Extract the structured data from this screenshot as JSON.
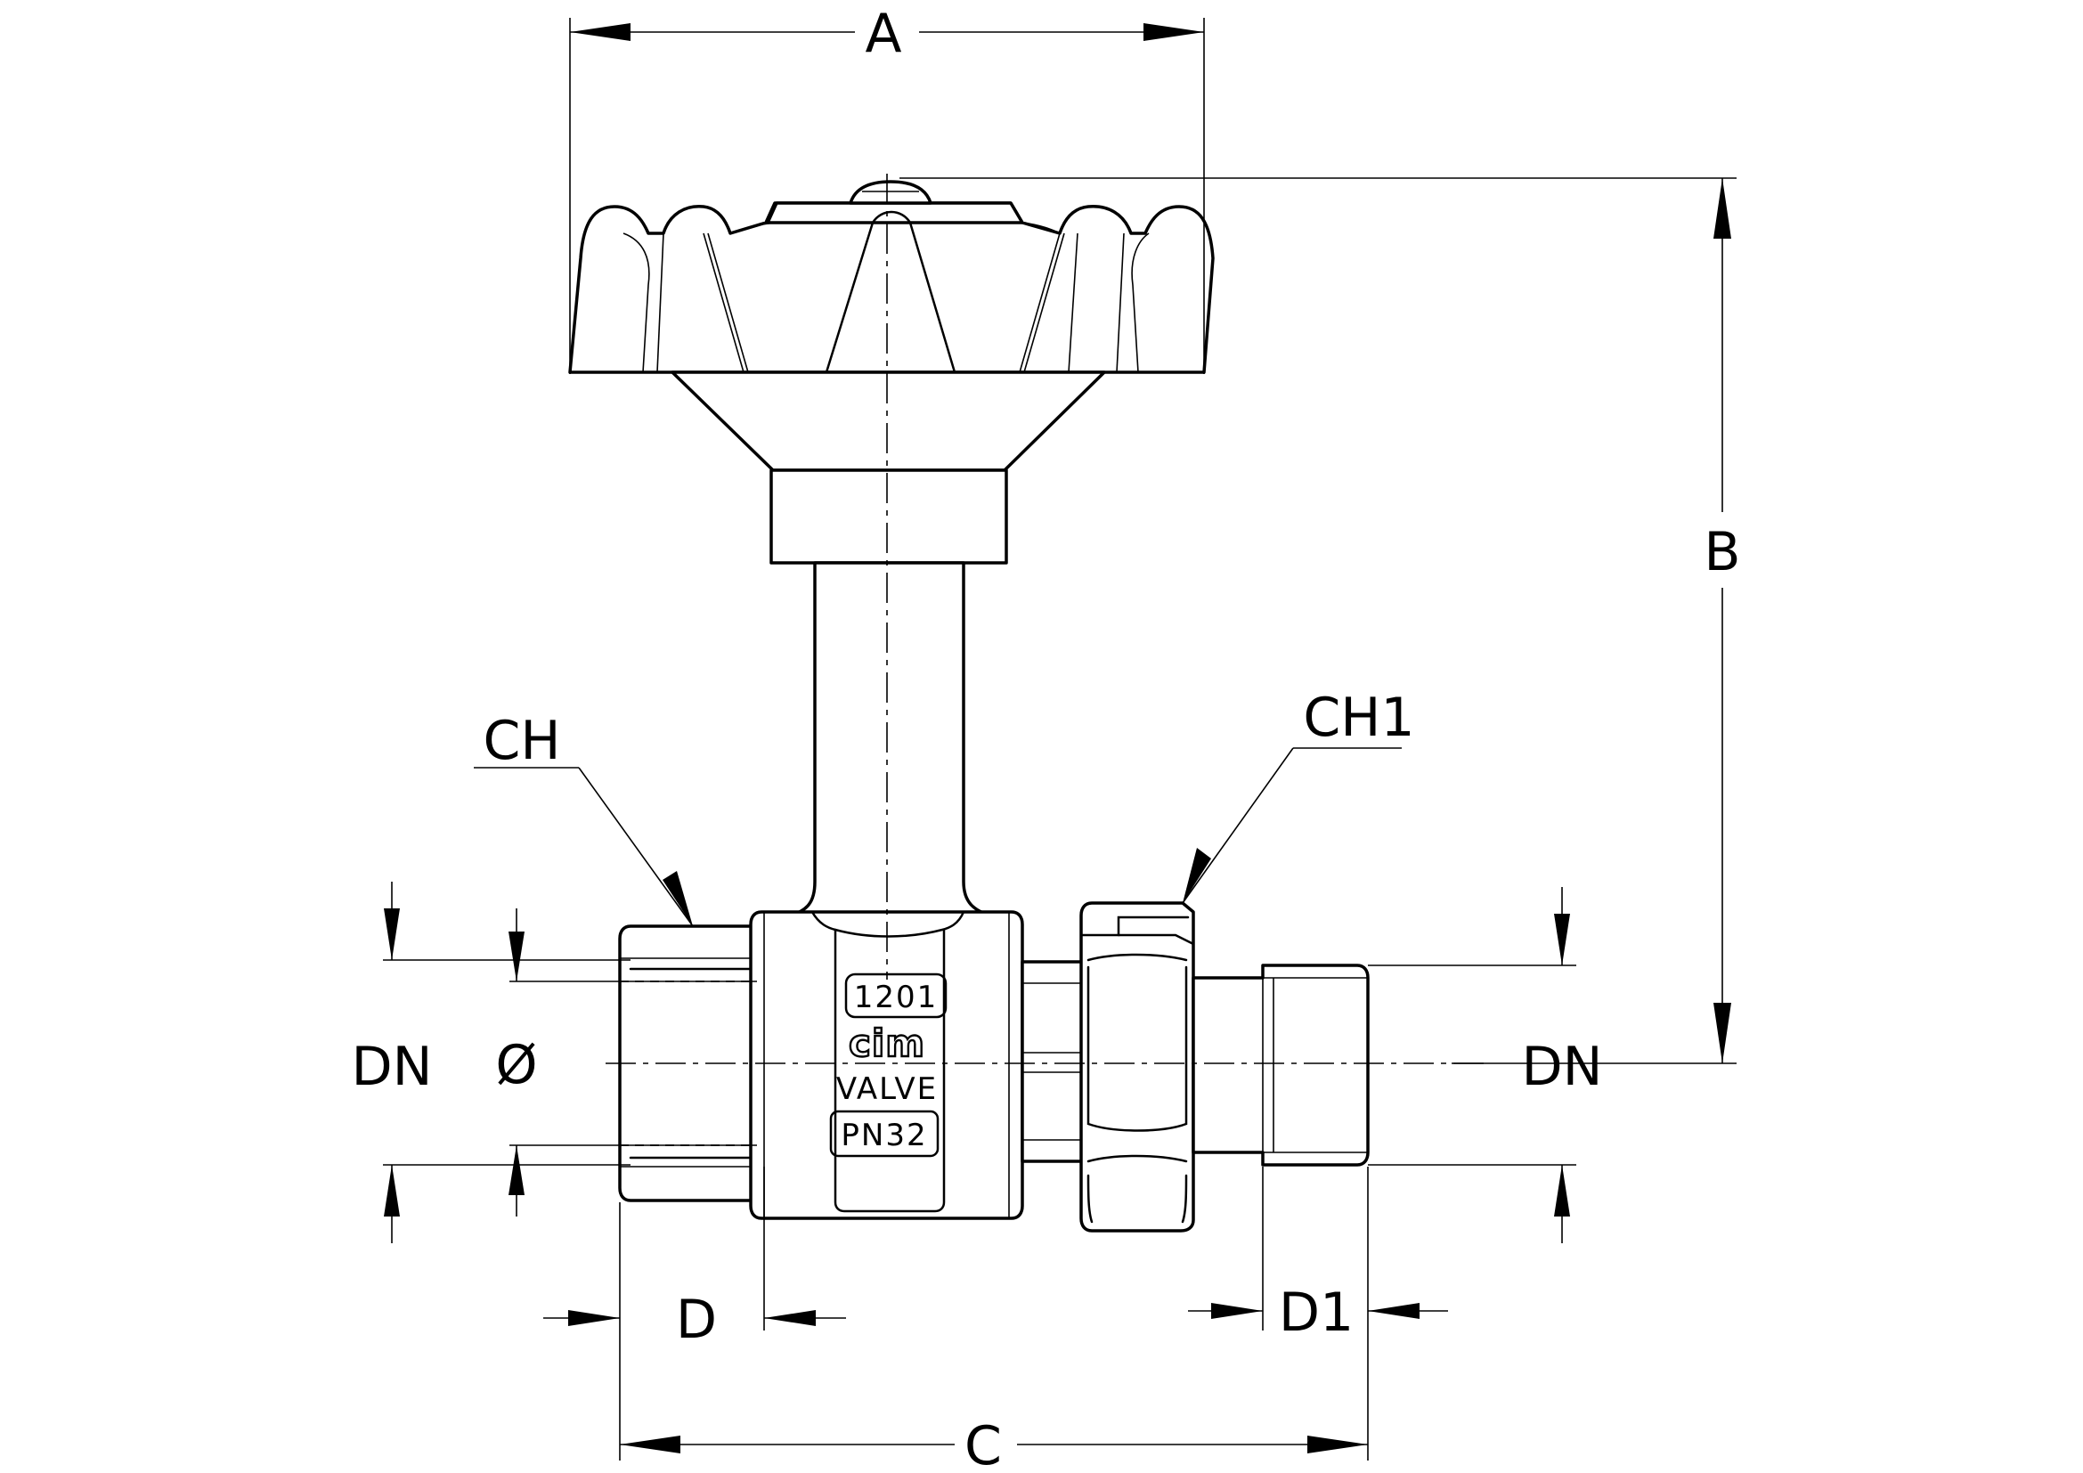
{
  "drawing": {
    "dimensions": {
      "A": "A",
      "B": "B",
      "C": "C",
      "D": "D",
      "D1": "D1",
      "CH": "CH",
      "CH1": "CH1",
      "DN_left": "DN",
      "DN_right": "DN",
      "phi": "Ø"
    },
    "body_markings": {
      "model": "1201",
      "brand": "cim",
      "type": "VALVE",
      "pressure": "PN32"
    },
    "colors": {
      "line": "#000000",
      "background": "#ffffff"
    }
  }
}
